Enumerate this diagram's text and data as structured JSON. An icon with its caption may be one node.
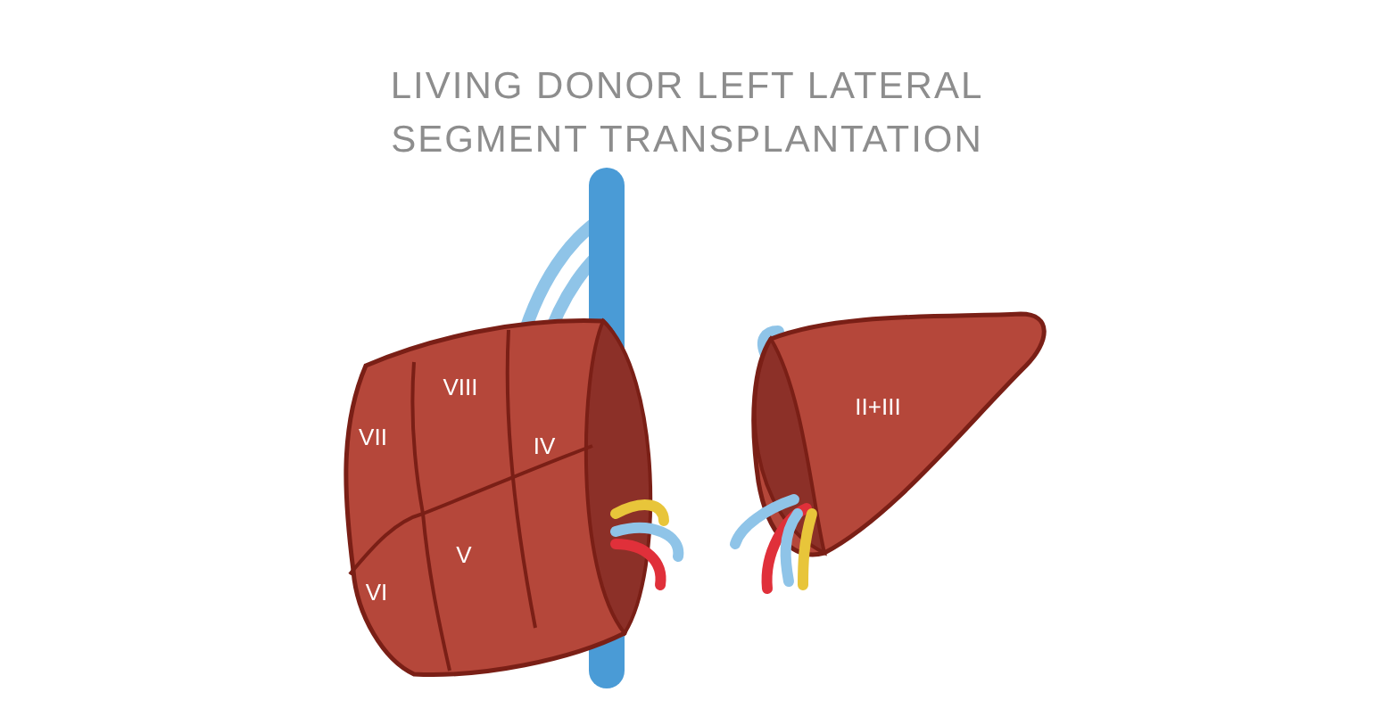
{
  "diagram": {
    "title": "LIVING DONOR LEFT LATERAL SEGMENT TRANSPLANTATION",
    "labels": [
      "VIII",
      "VII",
      "IV",
      "V",
      "VI",
      "II+III"
    ]
  }
}
